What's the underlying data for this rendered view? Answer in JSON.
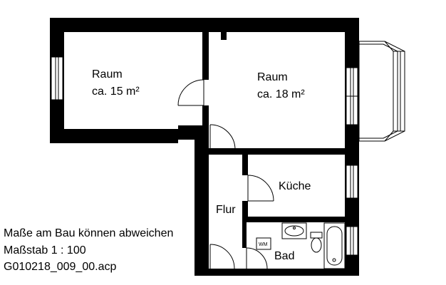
{
  "rooms": {
    "room_left": {
      "name": "Raum",
      "area": "ca. 15 m²"
    },
    "room_right": {
      "name": "Raum",
      "area": "ca. 18 m²"
    },
    "kitchen": {
      "name": "Küche"
    },
    "hallway": {
      "name": "Flur"
    },
    "bathroom": {
      "name": "Bad"
    }
  },
  "appliance": {
    "label": "WM"
  },
  "notes": {
    "disclaimer": "Maße am Bau können abweichen",
    "scale": "Maßstab 1 : 100",
    "file_id": "G010218_009_00.acp"
  },
  "colors": {
    "wall": "#000000",
    "window": "#ffffff",
    "background": "#ffffff"
  }
}
